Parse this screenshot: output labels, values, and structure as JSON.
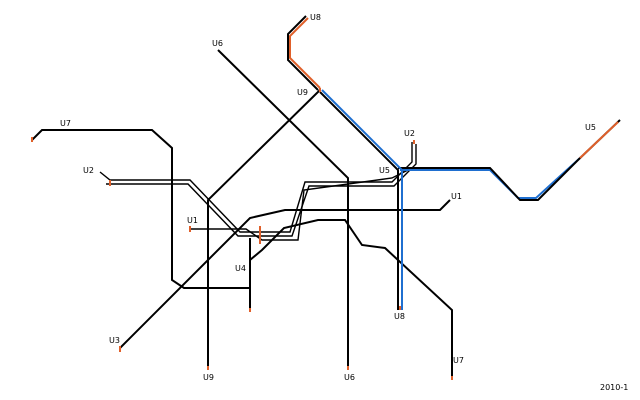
{
  "map_title": "",
  "edition": "2010-1",
  "colors": {
    "line": "#000000",
    "accent_blue": "#1f6fd0",
    "accent_orange": "#e0602a",
    "terminus": "#e0602a",
    "background": "#ffffff"
  },
  "labels": {
    "u1_west": "U1",
    "u1_east": "U1",
    "u2_west": "U2",
    "u2_north": "U2",
    "u3": "U3",
    "u4": "U4",
    "u5_east": "U5",
    "u5_center": "U5",
    "u6_north": "U6",
    "u6_south": "U6",
    "u7_north": "U7",
    "u7_south": "U7",
    "u8_north": "U8",
    "u8_south": "U8",
    "u9_north": "U9",
    "u9_south": "U9"
  }
}
